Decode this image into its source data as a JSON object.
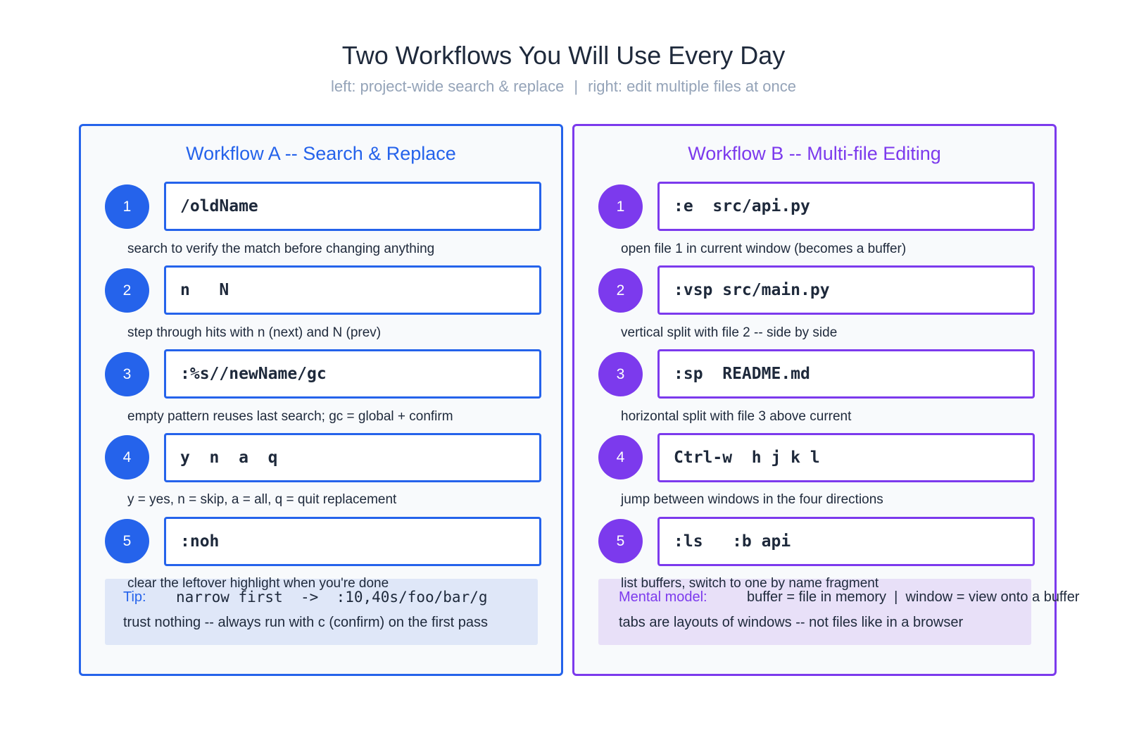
{
  "header": {
    "title": "Two Workflows You Will Use Every Day",
    "subtitle_left": "left: project-wide search & replace",
    "subtitle_sep": "|",
    "subtitle_right": "right: edit multiple files at once"
  },
  "colors": {
    "workflow_a_accent": "#2563eb",
    "workflow_b_accent": "#7c3aed",
    "panel_bg": "#f8fafc",
    "text": "#1e293b",
    "subtitle": "#94a3b8"
  },
  "workflow_a": {
    "title": "Workflow A -- Search & Replace",
    "steps": [
      {
        "num": "1",
        "command": "/oldName",
        "description": "search to verify the match before changing anything"
      },
      {
        "num": "2",
        "command": "n   N",
        "description": "step through hits with n (next) and N (prev)"
      },
      {
        "num": "3",
        "command": ":%s//newName/gc",
        "description": "empty pattern reuses last search; gc = global + confirm"
      },
      {
        "num": "4",
        "command": "y  n  a  q",
        "description": "y = yes, n = skip, a = all, q = quit replacement"
      },
      {
        "num": "5",
        "command": ":noh",
        "description": "clear the leftover highlight when you're done"
      }
    ],
    "tip": {
      "label": "Tip:",
      "code": "narrow first  ->  :10,40s/foo/bar/g",
      "text": "trust nothing -- always run with c (confirm) on the first pass"
    }
  },
  "workflow_b": {
    "title": "Workflow B -- Multi-file Editing",
    "steps": [
      {
        "num": "1",
        "command": ":e  src/api.py",
        "description": "open file 1 in current window (becomes a buffer)"
      },
      {
        "num": "2",
        "command": ":vsp src/main.py",
        "description": "vertical split with file 2 -- side by side"
      },
      {
        "num": "3",
        "command": ":sp  README.md",
        "description": "horizontal split with file 3 above current"
      },
      {
        "num": "4",
        "command": "Ctrl-w  h j k l",
        "description": "jump between windows in the four directions"
      },
      {
        "num": "5",
        "command": ":ls   :b api",
        "description": "list buffers, switch to one by name fragment"
      }
    ],
    "tip": {
      "label": "Mental model:",
      "code": "buffer = file in memory  |  window = view onto a buffer",
      "text": "tabs are layouts of windows -- not files like in a browser"
    }
  }
}
